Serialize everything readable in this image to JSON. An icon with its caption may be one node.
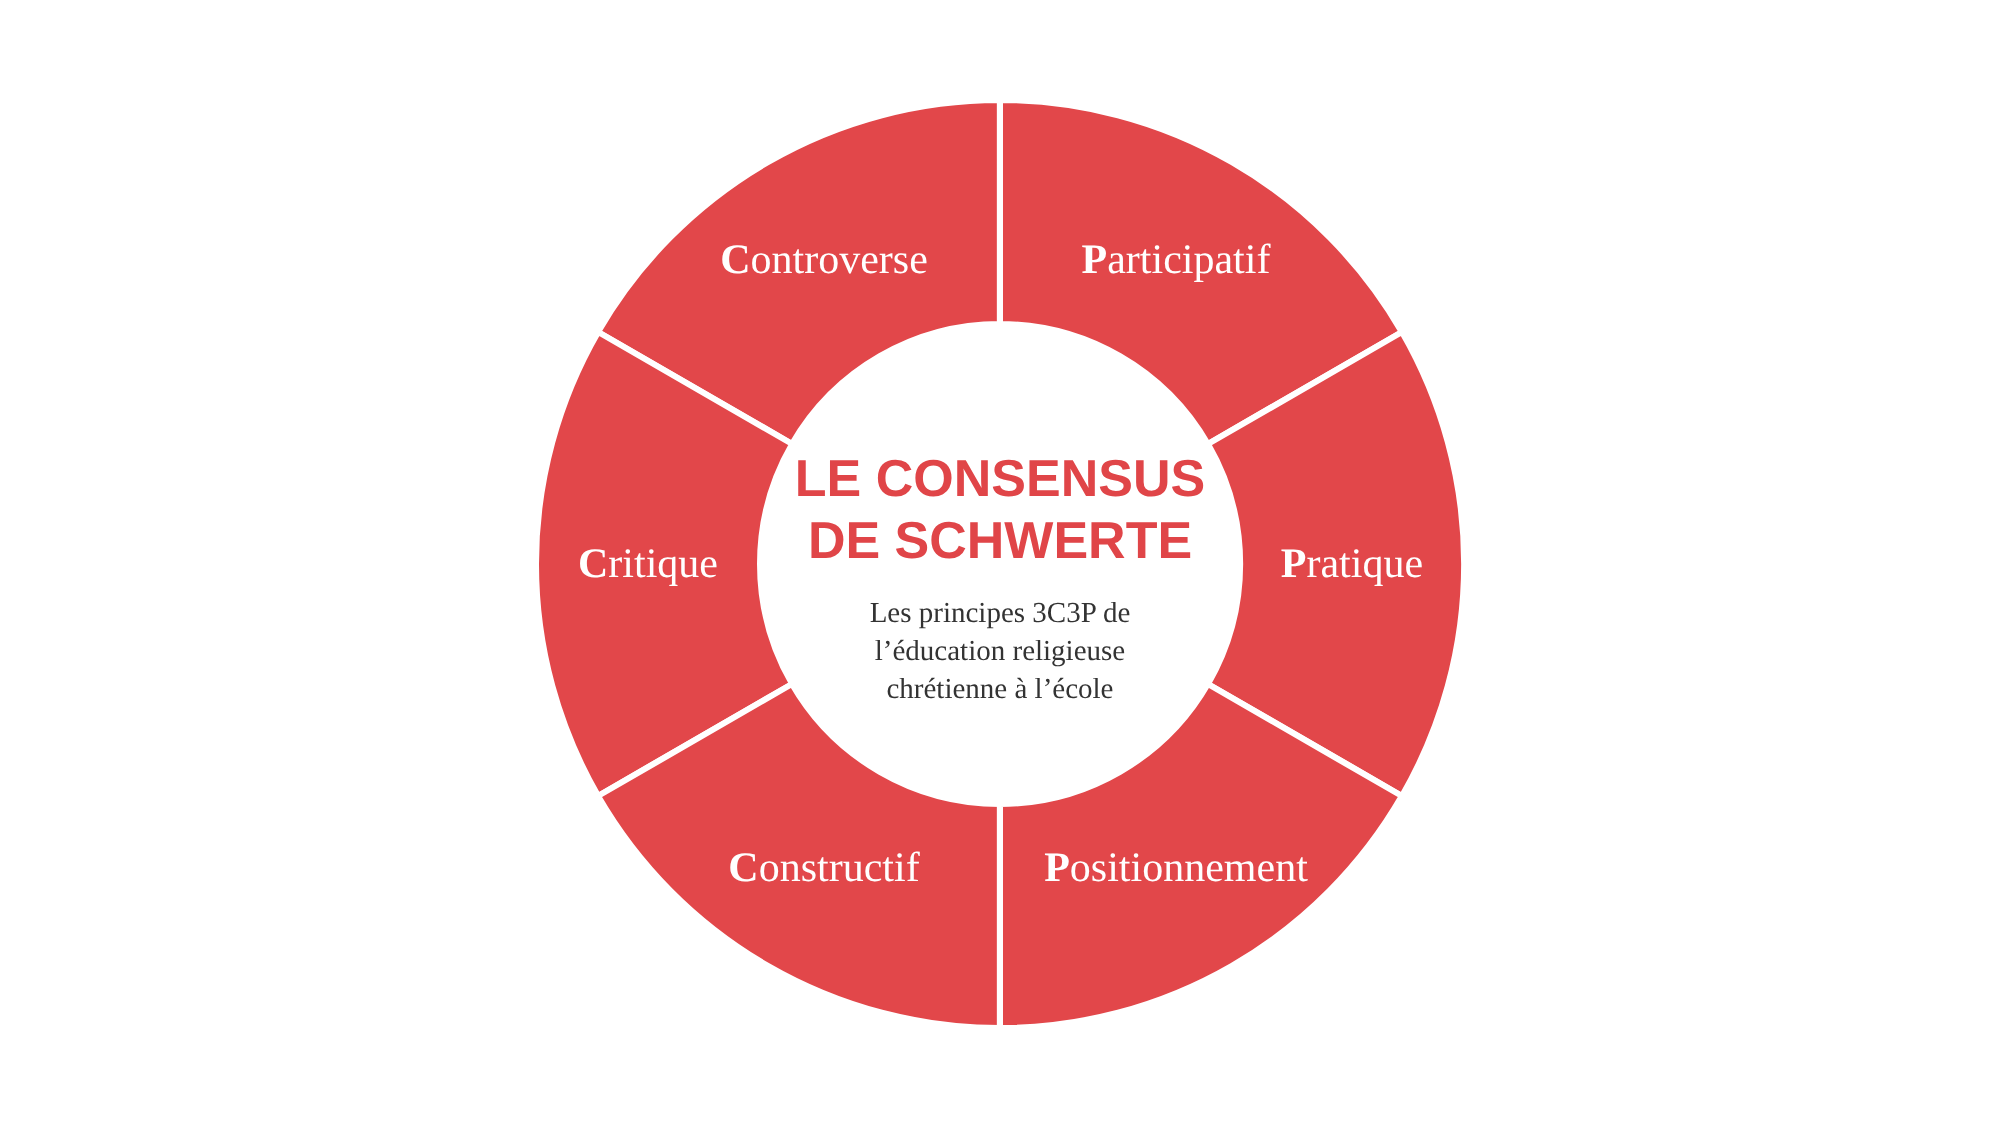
{
  "diagram": {
    "nodes": [
      {
        "text": [
          "LE CONSENSUS DE SCHWERTE",
          "Les principes 3C3P de l’éducation religieuse chrétienne à l’école"
        ]
      },
      {
        "text": [
          "**C**ontroverse"
        ]
      },
      {
        "text": [
          "**P**articipatif"
        ]
      },
      {
        "text": [
          "**C**ritique"
        ]
      },
      {
        "text": [
          "**P**ratique"
        ]
      },
      {
        "text": [
          "**C**onstructif"
        ]
      },
      {
        "text": [
          "**P**ositionnement"
        ]
      }
    ]
  }
}
